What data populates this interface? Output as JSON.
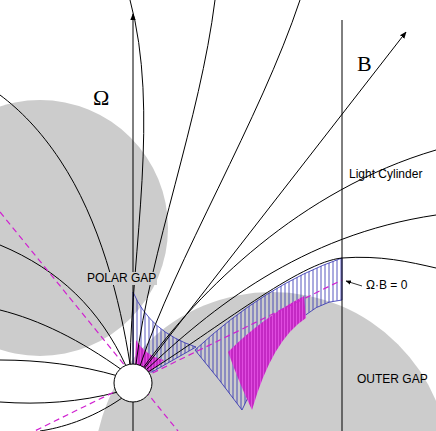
{
  "diagram": {
    "labels": [
      "Ω",
      "B",
      "Light Cylinder",
      "POLAR GAP",
      "Ω·B = 0",
      "OUTER GAP"
    ]
  }
}
